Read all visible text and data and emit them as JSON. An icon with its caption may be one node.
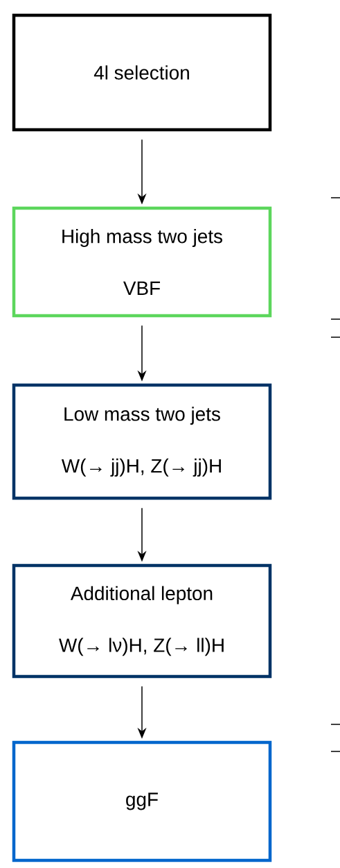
{
  "diagram": {
    "nodes": [
      {
        "text": [
          "4l selection"
        ]
      },
      {
        "text": [
          "High mass two jets",
          "VBF"
        ]
      },
      {
        "text": [
          "Low mass two jets",
          "W(→ jj)H, Z(→ jj)H"
        ]
      },
      {
        "text": [
          "Additional lepton",
          "W(→ lν)H, Z(→ ll)H"
        ]
      },
      {
        "text": [
          "ggF"
        ]
      }
    ],
    "edges": [
      {
        "from": 0,
        "to": 1,
        "arrow": "to"
      },
      {
        "from": 1,
        "to": 2,
        "arrow": "to"
      },
      {
        "from": 2,
        "to": 3,
        "arrow": "to"
      },
      {
        "from": 3,
        "to": 4,
        "arrow": "to"
      }
    ]
  }
}
